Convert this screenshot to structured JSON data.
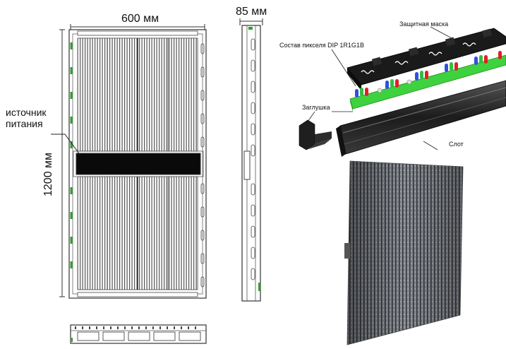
{
  "dimensions": {
    "width": "600 мм",
    "height": "1200 мм",
    "depth": "85 мм"
  },
  "callouts": {
    "power_supply_line1": "источник",
    "power_supply_line2": "питания"
  },
  "exploded_view": {
    "protective_mask": "Защитная маска",
    "pixel_composition": "Состав пикселя DIP 1R1G1B",
    "end_cap": "Заглушка",
    "slot": "Слот"
  },
  "colors": {
    "pcb_green": "#3fd23f",
    "led_red": "#e02020",
    "led_green": "#30c040",
    "led_blue": "#3050e0",
    "mask_black": "#1a1a1a",
    "panel_dark": "#2a2a2a"
  }
}
